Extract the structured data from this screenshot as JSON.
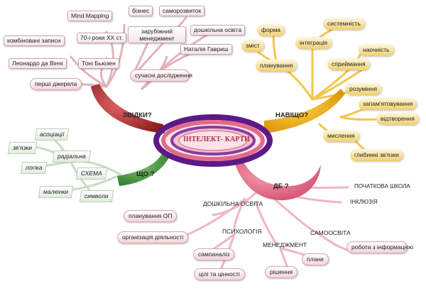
{
  "center": "ІНТЕЛЕКТ- КАРТИ",
  "colors": {
    "red": "#a52a2a",
    "yellow": "#e9a400",
    "green": "#3f8f3a",
    "pink": "#d9607a",
    "ring": "#5c1a86"
  },
  "branches": {
    "zvidky": {
      "label": "ЗВІДКИ?",
      "nodes": [
        "Mind Mapping",
        "бізнес",
        "саморозвиток",
        "комбіновані записи",
        "70-і роки ХХ ст.",
        "зарубіжний менеджмент",
        "дошкільна освіта",
        "Леонардо да Вінчі",
        "Тоні  Бьюзен",
        "Наталія Гавриш",
        "сучасні дослідження",
        "перші джерела"
      ]
    },
    "navishcho": {
      "label": "НАВІЩО?",
      "nodes": [
        "форма",
        "системність",
        "зміст",
        "інтеграція",
        "наочність",
        "планування",
        "сприймання",
        "розуміння",
        "запам'ятовування",
        "відтворення",
        "мислення",
        "глибинні зв'язки"
      ]
    },
    "shcho": {
      "label": "ЩО ?",
      "nodes": [
        "асоціації",
        "зв'язки",
        "радіальна",
        "логіка",
        "СХЕМА",
        "малюнки",
        "символи"
      ]
    },
    "de": {
      "label": "ДЕ ?",
      "nodes": [
        "ДОШКІЛЬНА ОСВІТА",
        "ПОЧАТКОВА ШКОЛА",
        "ІНКЛЮЗІЯ",
        "планування ОП",
        "організація діяльності",
        "ПСИХОЛОГІЯ",
        "МЕНЕДЖМЕНТ",
        "САМООСВІТА",
        "самоаналіз",
        "плани",
        "робота з інформацією",
        "цілі та цінності",
        "рішення"
      ]
    }
  }
}
